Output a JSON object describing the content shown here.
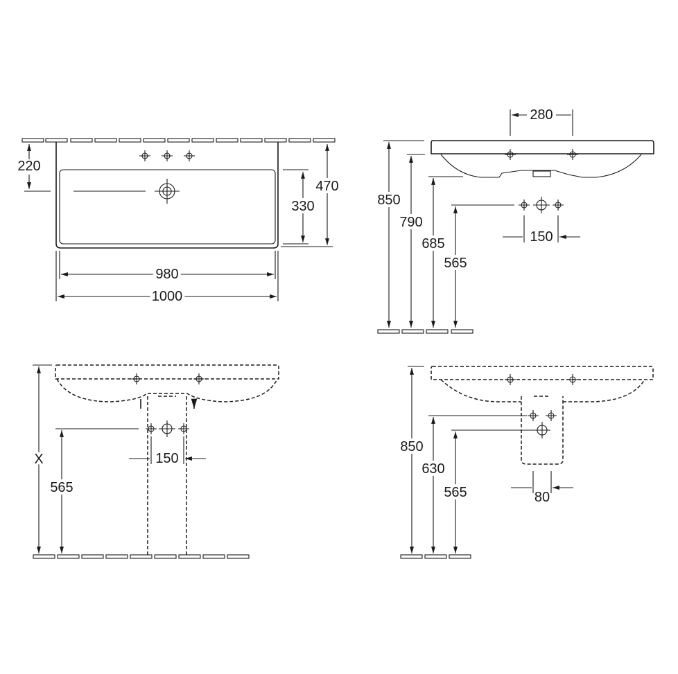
{
  "views": {
    "top": {
      "dim_220": "220",
      "dim_330": "330",
      "dim_470": "470",
      "dim_980": "980",
      "dim_1000": "1000"
    },
    "side": {
      "dim_280": "280",
      "dim_850": "850",
      "dim_790": "790",
      "dim_685": "685",
      "dim_565": "565",
      "dim_150": "150"
    },
    "front_siphon": {
      "dim_x": "X",
      "dim_565": "565",
      "dim_150": "150"
    },
    "side_siphon": {
      "dim_850": "850",
      "dim_630": "630",
      "dim_565": "565",
      "dim_80": "80"
    }
  },
  "colors": {
    "line": "#1a1a1a",
    "background": "#ffffff"
  }
}
